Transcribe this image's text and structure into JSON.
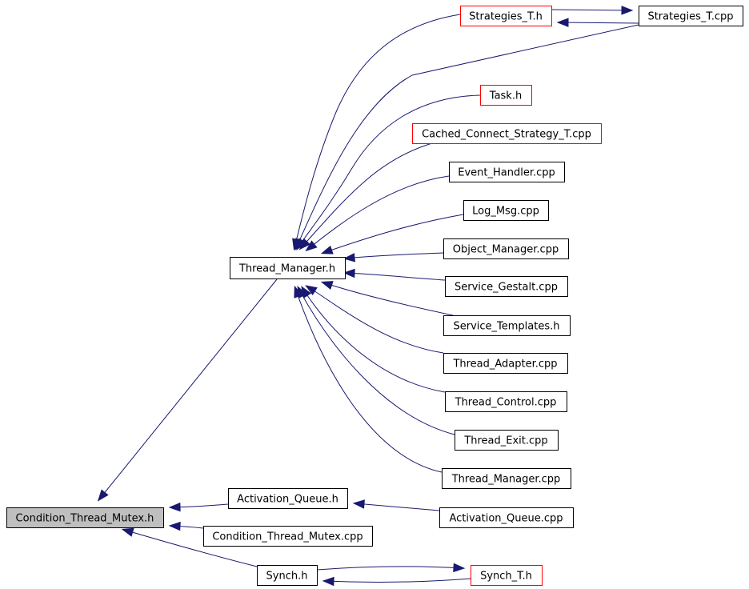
{
  "graph": {
    "colors": {
      "edge": "#191970",
      "node_border": "#000000",
      "incomplete_border": "#ff0000",
      "root_fill": "#bfbfbf",
      "background": "#ffffff"
    },
    "nodes": [
      {
        "id": "condition_thread_mutex_h",
        "label": "Condition_Thread_Mutex.h",
        "root": true
      },
      {
        "id": "thread_manager_h",
        "label": "Thread_Manager.h"
      },
      {
        "id": "strategies_t_h",
        "label": "Strategies_T.h",
        "incomplete": true
      },
      {
        "id": "strategies_t_cpp",
        "label": "Strategies_T.cpp"
      },
      {
        "id": "task_h",
        "label": "Task.h",
        "incomplete": true
      },
      {
        "id": "cached_connect_strategy_t_cpp",
        "label": "Cached_Connect_Strategy_T.cpp",
        "incomplete": true
      },
      {
        "id": "event_handler_cpp",
        "label": "Event_Handler.cpp"
      },
      {
        "id": "log_msg_cpp",
        "label": "Log_Msg.cpp"
      },
      {
        "id": "object_manager_cpp",
        "label": "Object_Manager.cpp"
      },
      {
        "id": "service_gestalt_cpp",
        "label": "Service_Gestalt.cpp"
      },
      {
        "id": "service_templates_h",
        "label": "Service_Templates.h"
      },
      {
        "id": "thread_adapter_cpp",
        "label": "Thread_Adapter.cpp"
      },
      {
        "id": "thread_control_cpp",
        "label": "Thread_Control.cpp"
      },
      {
        "id": "thread_exit_cpp",
        "label": "Thread_Exit.cpp"
      },
      {
        "id": "thread_manager_cpp",
        "label": "Thread_Manager.cpp"
      },
      {
        "id": "activation_queue_h",
        "label": "Activation_Queue.h"
      },
      {
        "id": "activation_queue_cpp",
        "label": "Activation_Queue.cpp"
      },
      {
        "id": "condition_thread_mutex_cpp",
        "label": "Condition_Thread_Mutex.cpp"
      },
      {
        "id": "synch_h",
        "label": "Synch.h"
      },
      {
        "id": "synch_t_h",
        "label": "Synch_T.h",
        "incomplete": true
      }
    ],
    "edges": [
      {
        "from": "thread_manager_h",
        "to": "condition_thread_mutex_h"
      },
      {
        "from": "activation_queue_h",
        "to": "condition_thread_mutex_h"
      },
      {
        "from": "condition_thread_mutex_cpp",
        "to": "condition_thread_mutex_h"
      },
      {
        "from": "synch_h",
        "to": "condition_thread_mutex_h"
      },
      {
        "from": "strategies_t_h",
        "to": "thread_manager_h"
      },
      {
        "from": "strategies_t_cpp",
        "to": "thread_manager_h"
      },
      {
        "from": "task_h",
        "to": "thread_manager_h"
      },
      {
        "from": "cached_connect_strategy_t_cpp",
        "to": "thread_manager_h"
      },
      {
        "from": "event_handler_cpp",
        "to": "thread_manager_h"
      },
      {
        "from": "log_msg_cpp",
        "to": "thread_manager_h"
      },
      {
        "from": "object_manager_cpp",
        "to": "thread_manager_h"
      },
      {
        "from": "service_gestalt_cpp",
        "to": "thread_manager_h"
      },
      {
        "from": "service_templates_h",
        "to": "thread_manager_h"
      },
      {
        "from": "thread_adapter_cpp",
        "to": "thread_manager_h"
      },
      {
        "from": "thread_control_cpp",
        "to": "thread_manager_h"
      },
      {
        "from": "thread_exit_cpp",
        "to": "thread_manager_h"
      },
      {
        "from": "thread_manager_cpp",
        "to": "thread_manager_h"
      },
      {
        "from": "strategies_t_cpp",
        "to": "strategies_t_h"
      },
      {
        "from": "strategies_t_h",
        "to": "strategies_t_cpp"
      },
      {
        "from": "activation_queue_cpp",
        "to": "activation_queue_h"
      },
      {
        "from": "synch_t_h",
        "to": "synch_h"
      },
      {
        "from": "synch_h",
        "to": "synch_t_h"
      }
    ]
  }
}
